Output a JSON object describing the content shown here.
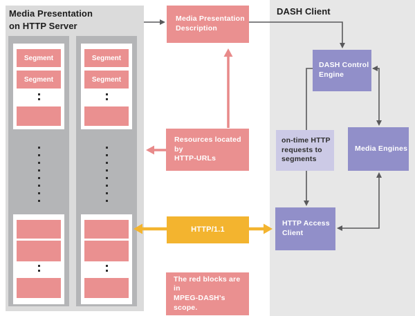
{
  "server": {
    "title": "Media Presentation\non HTTP Server",
    "segment_label": "Segment",
    "columns": [
      {
        "top_panel_blocks": [
          "Segment",
          "Segment",
          "⋮",
          ""
        ],
        "bottom_panel_blocks": [
          "",
          "",
          "⋮",
          ""
        ]
      },
      {
        "top_panel_blocks": [
          "Segment",
          "Segment",
          "⋮",
          ""
        ],
        "bottom_panel_blocks": [
          "",
          "",
          "⋮",
          ""
        ]
      }
    ]
  },
  "client": {
    "title": "DASH Client",
    "dash_control_engine": "DASH Control\nEngine",
    "on_time_requests": "on-time HTTP\nrequests to\nsegments",
    "media_engines": "Media Engines",
    "http_access_client": "HTTP Access\nClient"
  },
  "flow": {
    "mpd": "Media Presentation\nDescription",
    "resources": "Resources located by\nHTTP-URLs",
    "http_protocol": "HTTP/1.1",
    "note": "The red blocks are in\nMPEG-DASH's scope."
  },
  "colors": {
    "red_block": "#ea9090",
    "purple_block": "#918fc9",
    "light_purple_block": "#cccae6",
    "yellow_block": "#f3b42f",
    "server_panel": "#dbdbdb",
    "server_column": "#b4b5b7",
    "client_panel": "#e7e7e7",
    "arrow_gray": "#59595b",
    "arrow_red": "#e88a8a"
  }
}
